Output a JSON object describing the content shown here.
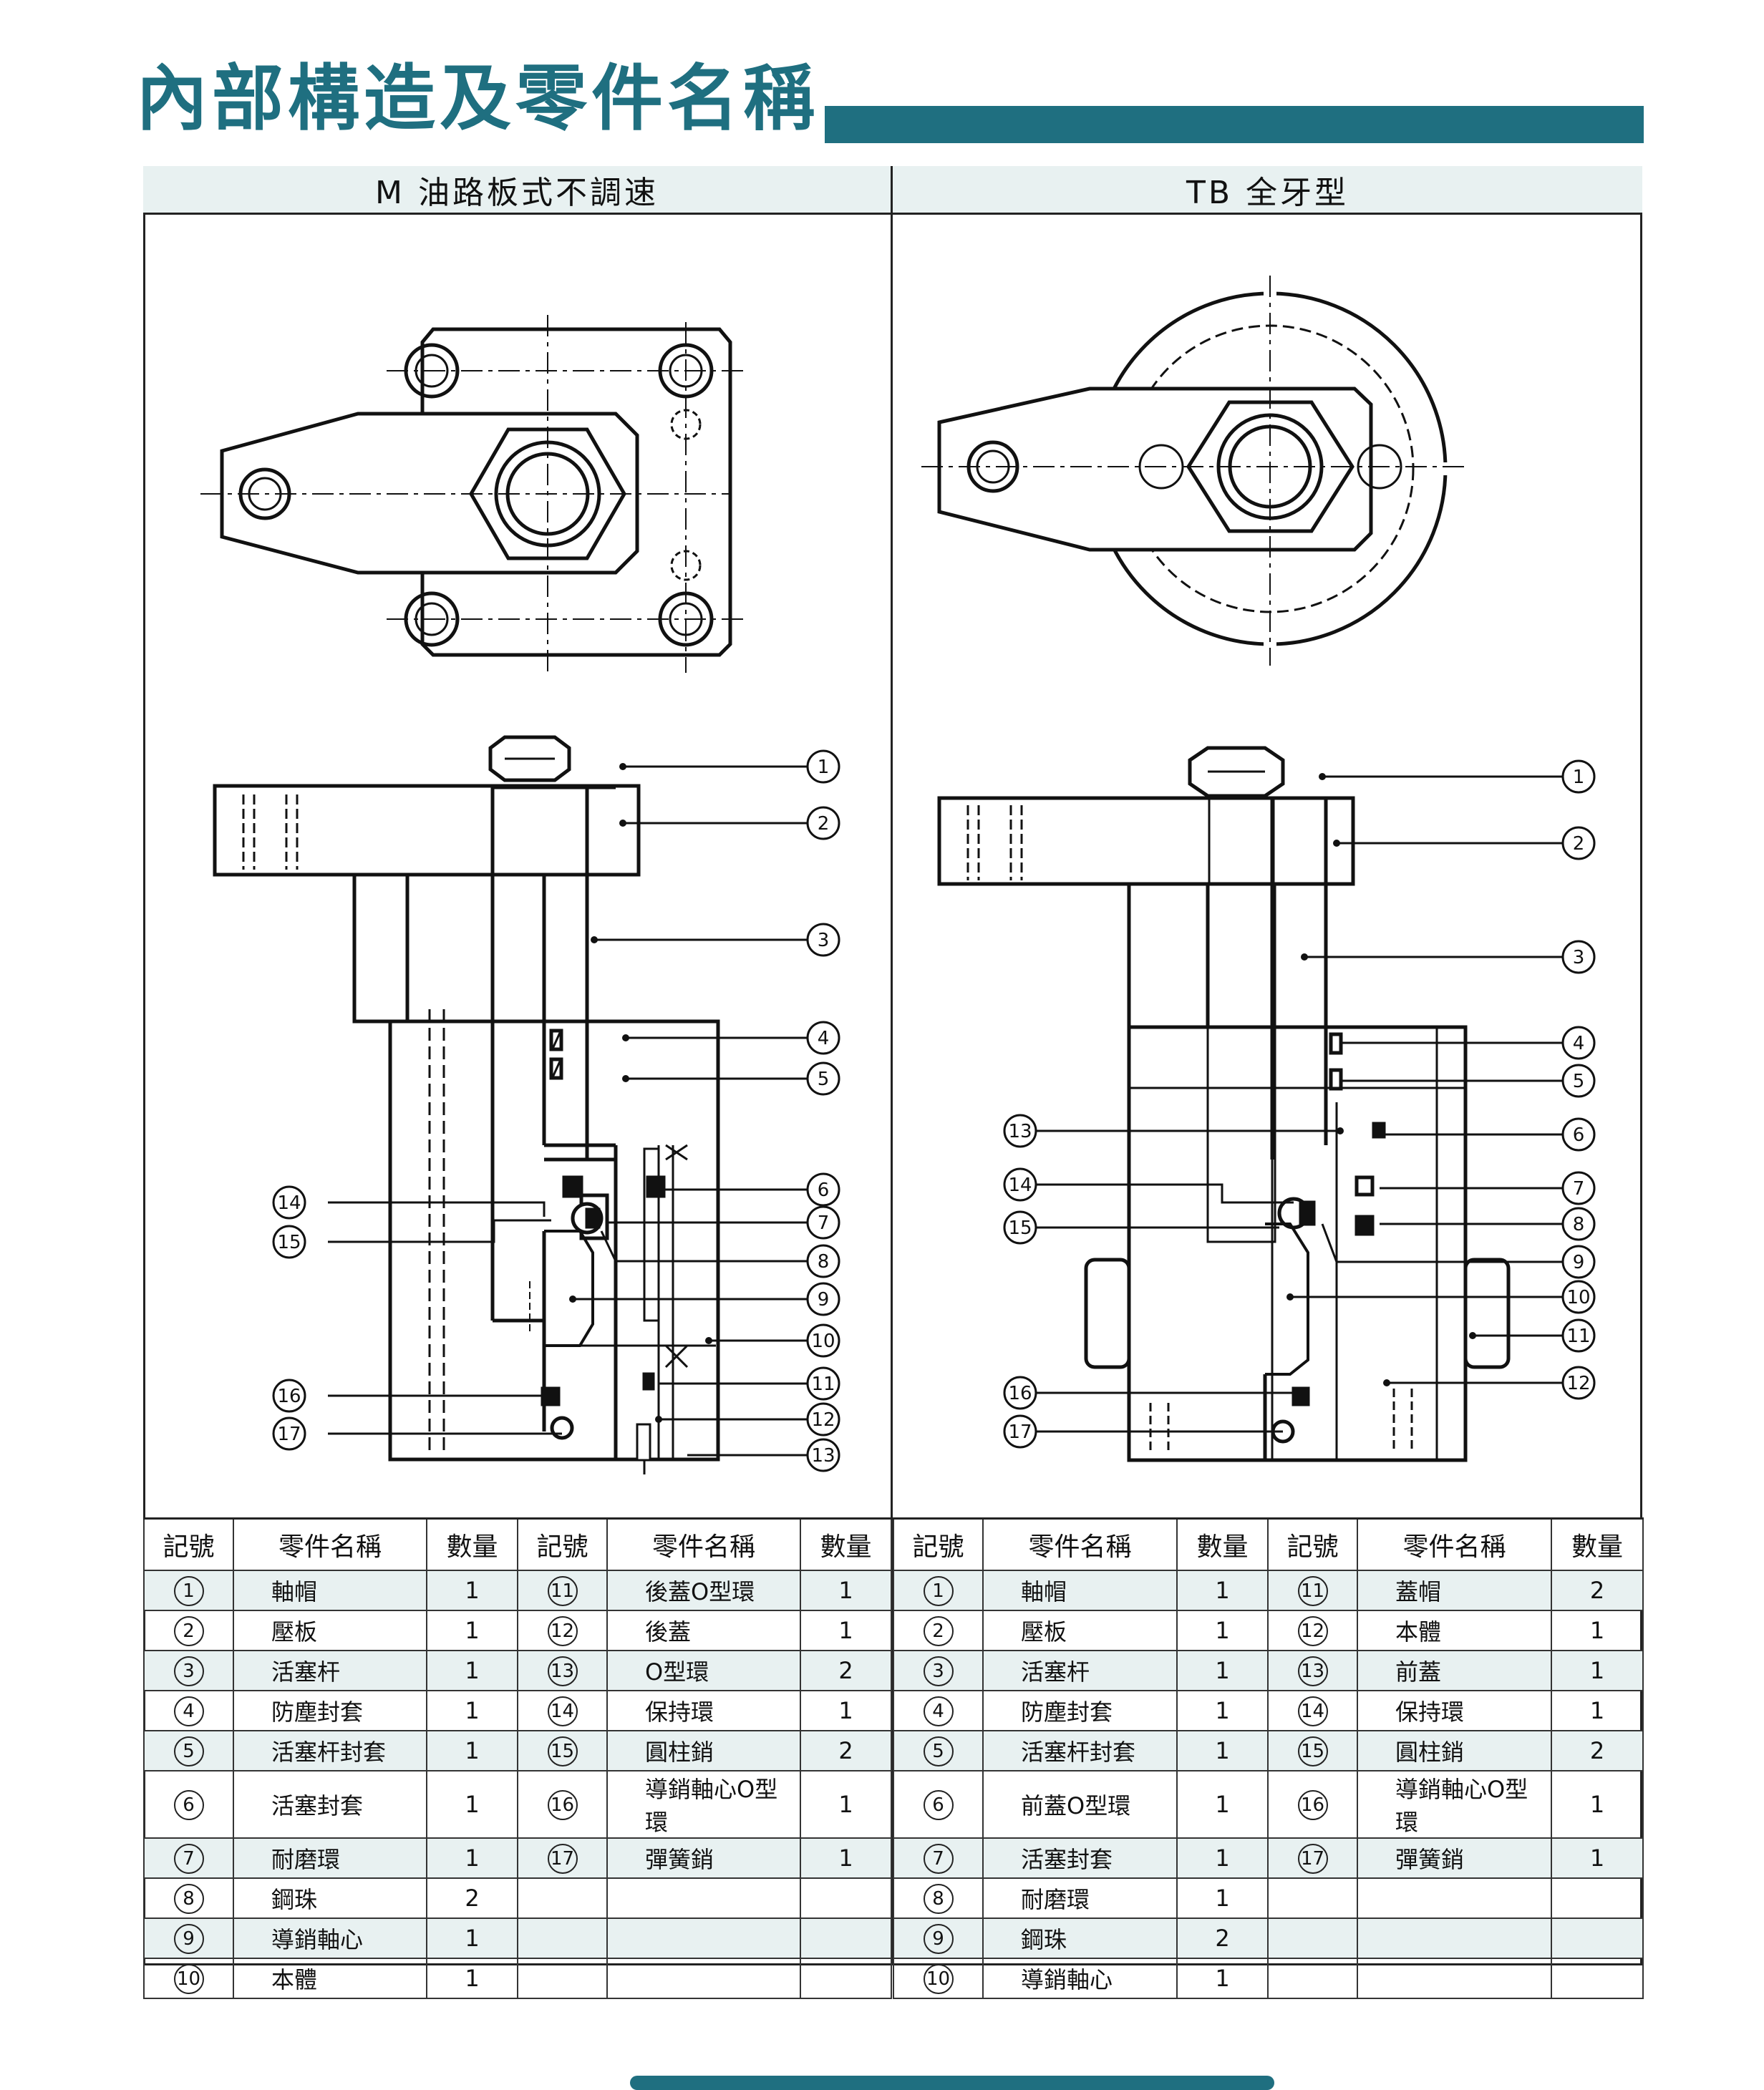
{
  "page": {
    "title": "內部構造及零件名稱",
    "accent_color": "#1f6f80",
    "row_color": "#e8f1f1"
  },
  "left": {
    "header": "M 油路板式不調速",
    "callouts": [
      "1",
      "2",
      "3",
      "4",
      "5",
      "6",
      "7",
      "8",
      "9",
      "10",
      "11",
      "12",
      "13",
      "14",
      "15",
      "16",
      "17"
    ],
    "table": {
      "headers": [
        "記號",
        "零件名稱",
        "數量",
        "記號",
        "零件名稱",
        "數量"
      ],
      "rows": [
        {
          "n1": "1",
          "p1": "軸帽",
          "q1": "1",
          "n2": "11",
          "p2": "後蓋O型環",
          "q2": "1"
        },
        {
          "n1": "2",
          "p1": "壓板",
          "q1": "1",
          "n2": "12",
          "p2": "後蓋",
          "q2": "1"
        },
        {
          "n1": "3",
          "p1": "活塞杆",
          "q1": "1",
          "n2": "13",
          "p2": "O型環",
          "q2": "2"
        },
        {
          "n1": "4",
          "p1": "防塵封套",
          "q1": "1",
          "n2": "14",
          "p2": "保持環",
          "q2": "1"
        },
        {
          "n1": "5",
          "p1": "活塞杆封套",
          "q1": "1",
          "n2": "15",
          "p2": "圓柱銷",
          "q2": "2"
        },
        {
          "n1": "6",
          "p1": "活塞封套",
          "q1": "1",
          "n2": "16",
          "p2": "導銷軸心O型環",
          "q2": "1"
        },
        {
          "n1": "7",
          "p1": "耐磨環",
          "q1": "1",
          "n2": "17",
          "p2": "彈簧銷",
          "q2": "1"
        },
        {
          "n1": "8",
          "p1": "鋼珠",
          "q1": "2",
          "n2": "",
          "p2": "",
          "q2": ""
        },
        {
          "n1": "9",
          "p1": "導銷軸心",
          "q1": "1",
          "n2": "",
          "p2": "",
          "q2": ""
        },
        {
          "n1": "10",
          "p1": "本體",
          "q1": "1",
          "n2": "",
          "p2": "",
          "q2": ""
        }
      ]
    }
  },
  "right": {
    "header": "TB 全牙型",
    "callouts": [
      "1",
      "2",
      "3",
      "4",
      "5",
      "6",
      "7",
      "8",
      "9",
      "10",
      "11",
      "12",
      "13",
      "14",
      "15",
      "16",
      "17"
    ],
    "table": {
      "headers": [
        "記號",
        "零件名稱",
        "數量",
        "記號",
        "零件名稱",
        "數量"
      ],
      "rows": [
        {
          "n1": "1",
          "p1": "軸帽",
          "q1": "1",
          "n2": "11",
          "p2": "蓋帽",
          "q2": "2"
        },
        {
          "n1": "2",
          "p1": "壓板",
          "q1": "1",
          "n2": "12",
          "p2": "本體",
          "q2": "1"
        },
        {
          "n1": "3",
          "p1": "活塞杆",
          "q1": "1",
          "n2": "13",
          "p2": "前蓋",
          "q2": "1"
        },
        {
          "n1": "4",
          "p1": "防塵封套",
          "q1": "1",
          "n2": "14",
          "p2": "保持環",
          "q2": "1"
        },
        {
          "n1": "5",
          "p1": "活塞杆封套",
          "q1": "1",
          "n2": "15",
          "p2": "圓柱銷",
          "q2": "2"
        },
        {
          "n1": "6",
          "p1": "前蓋O型環",
          "q1": "1",
          "n2": "16",
          "p2": "導銷軸心O型環",
          "q2": "1"
        },
        {
          "n1": "7",
          "p1": "活塞封套",
          "q1": "1",
          "n2": "17",
          "p2": "彈簧銷",
          "q2": "1"
        },
        {
          "n1": "8",
          "p1": "耐磨環",
          "q1": "1",
          "n2": "",
          "p2": "",
          "q2": ""
        },
        {
          "n1": "9",
          "p1": "鋼珠",
          "q1": "2",
          "n2": "",
          "p2": "",
          "q2": ""
        },
        {
          "n1": "10",
          "p1": "導銷軸心",
          "q1": "1",
          "n2": "",
          "p2": "",
          "q2": ""
        }
      ]
    }
  }
}
